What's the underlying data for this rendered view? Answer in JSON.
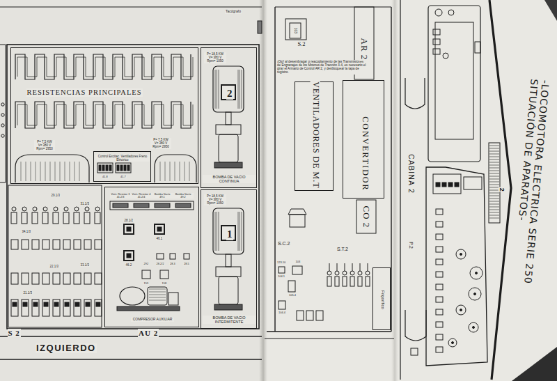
{
  "diagram": {
    "title": "-LOCOMOTORA ELECTRICA SERIE 250 SITUACIÓN DE APARATOS-",
    "nodes": [
      {
        "text": [
          "RESISTENCIAS PRINCIPALES",
          "P= 7,5 KW V= 380 V Rpm= 2950",
          "P= 7,5 KW V= 380 V Rpm= 2950"
        ]
      },
      {
        "text": [
          "Control Excitac. Ventiladores Freno Eléctrico"
        ],
        "in": 0
      },
      {
        "text": [
          "P= 18,5 KW V= 380 V Rpm= 1050",
          "BOMBA DE VACIO CONTINUA"
        ]
      },
      {
        "text": [
          "2"
        ],
        "in": 2
      },
      {
        "text": [
          "P= 18,5 KW V= 380 V Rpm= 1050",
          "BOMBA DE VACIO INTERMITENTE"
        ]
      },
      {
        "text": [
          "1"
        ],
        "in": 4
      },
      {
        "text": [
          "COMPRESOR AUXILIAR"
        ]
      },
      {
        "text": [
          "VENTILADORES DE M.T"
        ]
      },
      {
        "text": [
          "CONVERTIDOR"
        ]
      },
      {
        "text": [
          "Frigorífico"
        ]
      },
      {
        "text": [
          "CABINA 2",
          "P.2",
          "2"
        ]
      }
    ],
    "labels": [
      "Tacógrafo",
      "103",
      "S.2",
      "¡Ojo! al desembragar o reacoplamiento de las Transmisiones de Engranajes de los Motores de Tracción 3-4, es necesario el girar el Armario de Control AR 2, y desbloquear la tapa de registro.",
      "AR 2",
      "CO 2",
      "S.C.2",
      "S.T.2",
      "123.10",
      "103",
      "104.1",
      "105.4",
      "104.4",
      "41.8",
      "41.7",
      "Vent. Resistor 3 41.2/3",
      "Vent. Resistor 4 41.2/4",
      "Bomba Vacío 49.1",
      "Bomba Vacío 49.2",
      "28.1/2",
      "46.1",
      "46.2",
      "292",
      "28.2/2",
      "28.3",
      "28.5",
      "159",
      "158",
      "AU 2",
      "29.1/3",
      "31.1/3",
      "34.1/3",
      "22.1/3",
      "33.1/3",
      "21.1/3",
      "S 2",
      "IZQUIERDO"
    ]
  }
}
